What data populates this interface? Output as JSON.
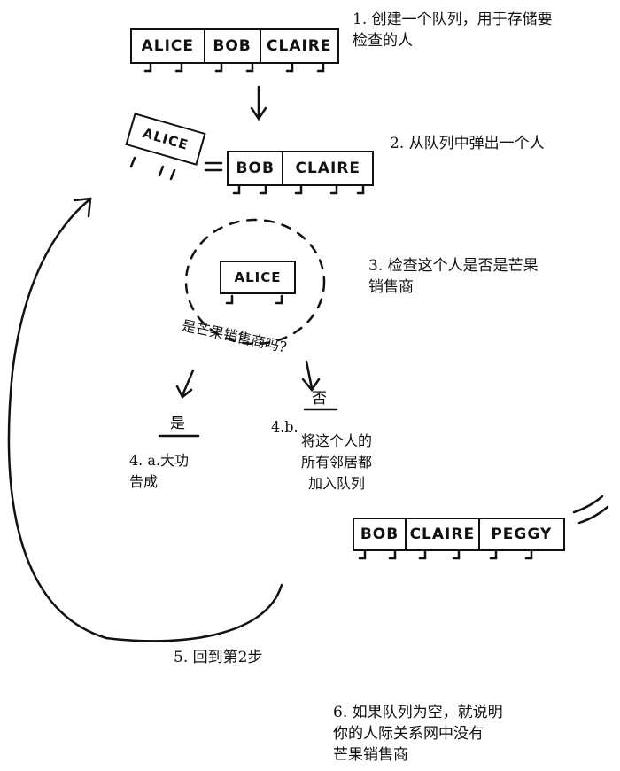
{
  "steps": {
    "s1": "1. 创建一个队列，用于存储要\n检查的人",
    "s2": "2. 从队列中弹出一个人",
    "s3": "3. 检查这个人是否是芒果\n销售商",
    "q": "是芒果销售商吗?",
    "yes": "是",
    "s4a": "4. a.大功\n告成",
    "no": "否",
    "s4b_num": "4.b.",
    "s4b": "将这个人的\n所有邻居都\n加入队列",
    "s5": "5. 回到第2步",
    "s6": "6. 如果队列为空，就说明\n你的人际关系网中没有\n芒果销售商"
  },
  "queues": {
    "q1": [
      "ALICE",
      "BOB",
      "CLAIRE"
    ],
    "popped": "ALICE",
    "q2": [
      "BOB",
      "CLAIRE"
    ],
    "checking": "ALICE",
    "q3": [
      "BOB",
      "CLAIRE",
      "PEGGY"
    ]
  }
}
